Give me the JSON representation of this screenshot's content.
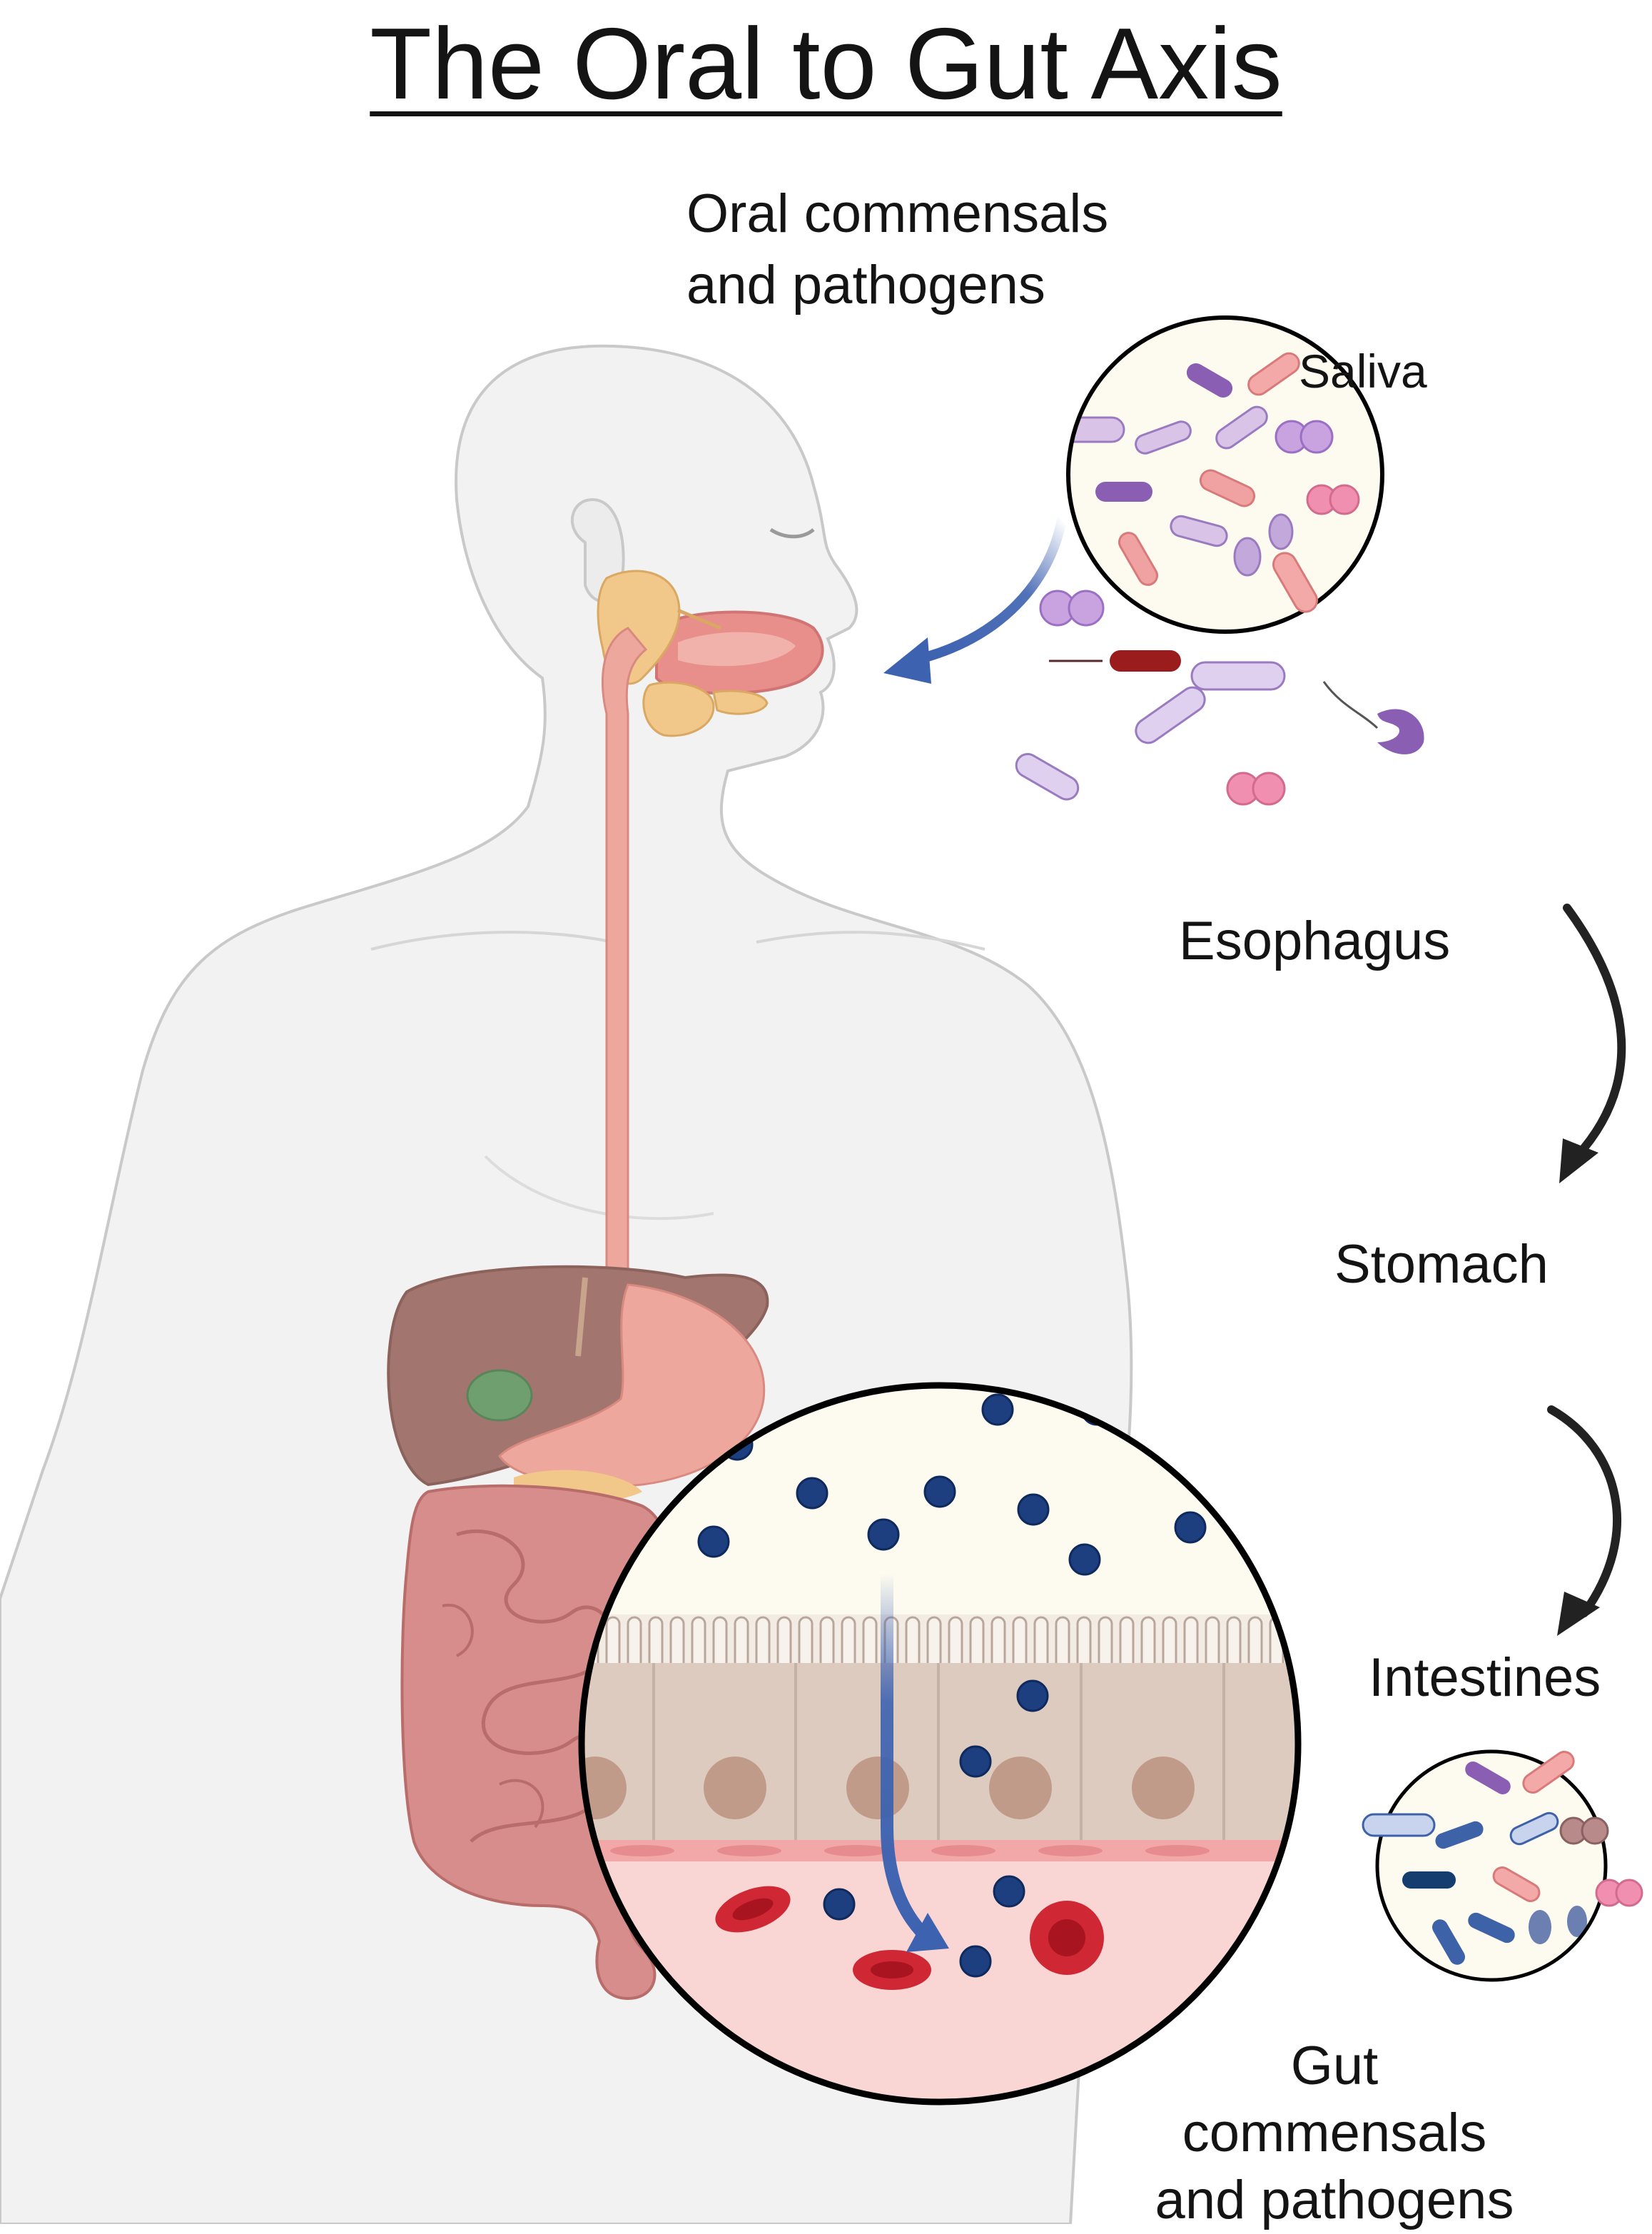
{
  "title": "The Oral to Gut Axis",
  "labels": {
    "oral_line1": "Oral commensals",
    "oral_line2": "and pathogens",
    "saliva": "Saliva",
    "esophagus": "Esophagus",
    "stomach": "Stomach",
    "intestines": "Intestines",
    "gut_line1": "Gut",
    "gut_line2": "commensals",
    "gut_line3": "and pathogens"
  },
  "colors": {
    "body_fill": "#f2f2f2",
    "body_outline": "#c9c9c9",
    "esophagus": "#eda79c",
    "salivary_gland": "#f1c78a",
    "mouth": "#e98f8b",
    "liver": "#a2766f",
    "gallbladder": "#6f9e6f",
    "intestine": "#d68d8b",
    "blue_arrow": "#3d62b0",
    "molecule": "#1d3f80",
    "blood_cell": "#cf2733",
    "epithelium": "#decbc0",
    "nucleus": "#c19b8a",
    "lumen": "#fdfbf0",
    "blood_plasma": "#f9d6d3",
    "bacteria_purple": "#b695d1",
    "bacteria_pink": "#e8788f",
    "bacteria_blue": "#3e62a8"
  }
}
